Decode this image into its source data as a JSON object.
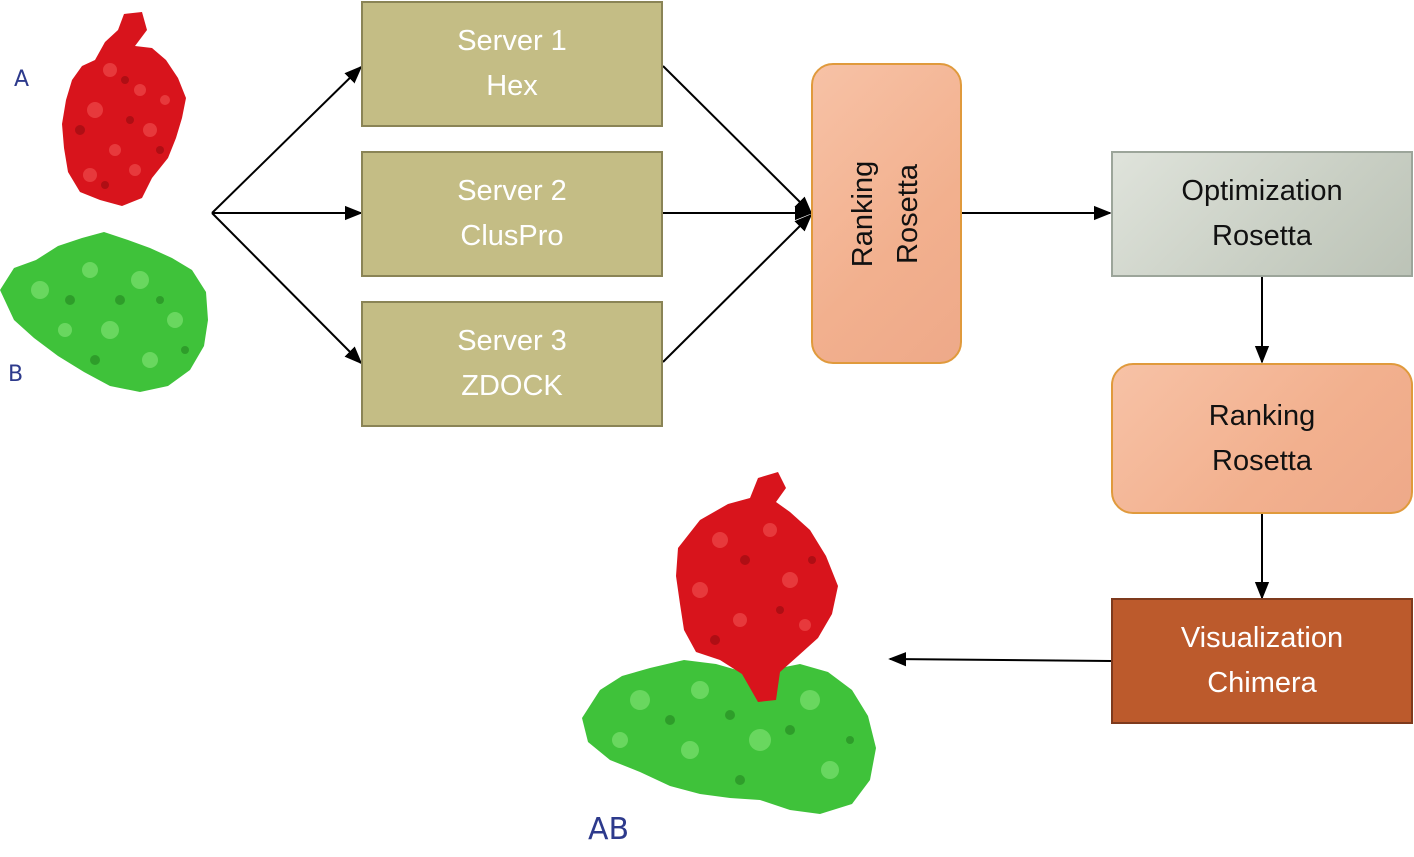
{
  "proteins": {
    "a_label": "A",
    "b_label": "B",
    "complex_label": "AB"
  },
  "servers": [
    {
      "line1": "Server 1",
      "line2": "Hex"
    },
    {
      "line1": "Server 2",
      "line2": "ClusPro"
    },
    {
      "line1": "Server 3",
      "line2": "ZDOCK"
    }
  ],
  "ranking1": {
    "line1": "Ranking",
    "line2": "Rosetta"
  },
  "optimization": {
    "line1": "Optimization",
    "line2": "Rosetta"
  },
  "ranking2": {
    "line1": "Ranking",
    "line2": "Rosetta"
  },
  "visualization": {
    "line1": "Visualization",
    "line2": "Chimera"
  },
  "colors": {
    "protein_a": "#d8141c",
    "protein_b": "#3fc23a",
    "server_box": "#c4bd85",
    "ranking_box": "#f4b899",
    "optimization_box": "#cfd4ca",
    "visualization_box": "#bc5a2c"
  }
}
